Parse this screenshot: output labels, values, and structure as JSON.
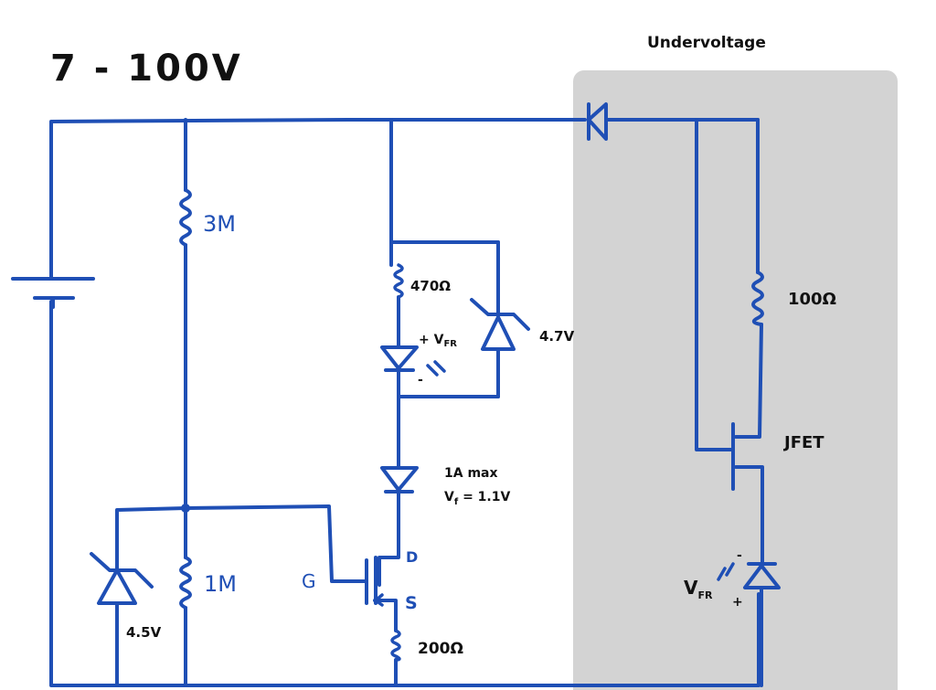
{
  "diagram": {
    "title": "7 - 100V",
    "region_label": "Undervoltage",
    "colors": {
      "wire": "#1f4fb5",
      "ink": "#111111",
      "region": "#d3d3d3",
      "background": "#ffffff"
    },
    "components": {
      "battery": {
        "type": "battery",
        "label": ""
      },
      "r_top": {
        "type": "resistor",
        "label": "3M"
      },
      "r_bottom": {
        "type": "resistor",
        "label": "1M"
      },
      "zener_gate": {
        "type": "zener-diode",
        "label": "4.5V"
      },
      "r_led": {
        "type": "resistor",
        "label": "470Ω"
      },
      "led": {
        "type": "led",
        "label": "+ V",
        "sub": "FR",
        "minus": "-"
      },
      "zener_led": {
        "type": "zener-diode",
        "label": "4.7V"
      },
      "diode_series": {
        "type": "diode",
        "label_line1": "1A max",
        "label_line2": "V",
        "label_line2_sub": "f",
        "label_line2_rest": " = 1.1V"
      },
      "mosfet": {
        "type": "n-mosfet",
        "gate_label": "G",
        "drain_label": "D",
        "source_label": "S"
      },
      "r_source": {
        "type": "resistor",
        "label": "200Ω"
      },
      "diode_input": {
        "type": "diode",
        "label": ""
      },
      "r_uv": {
        "type": "resistor",
        "label": "100Ω"
      },
      "jfet": {
        "type": "jfet",
        "label": "JFET"
      },
      "led_uv": {
        "type": "led",
        "label": "V",
        "sub": "FR",
        "plus": "+",
        "minus": "-"
      }
    }
  }
}
